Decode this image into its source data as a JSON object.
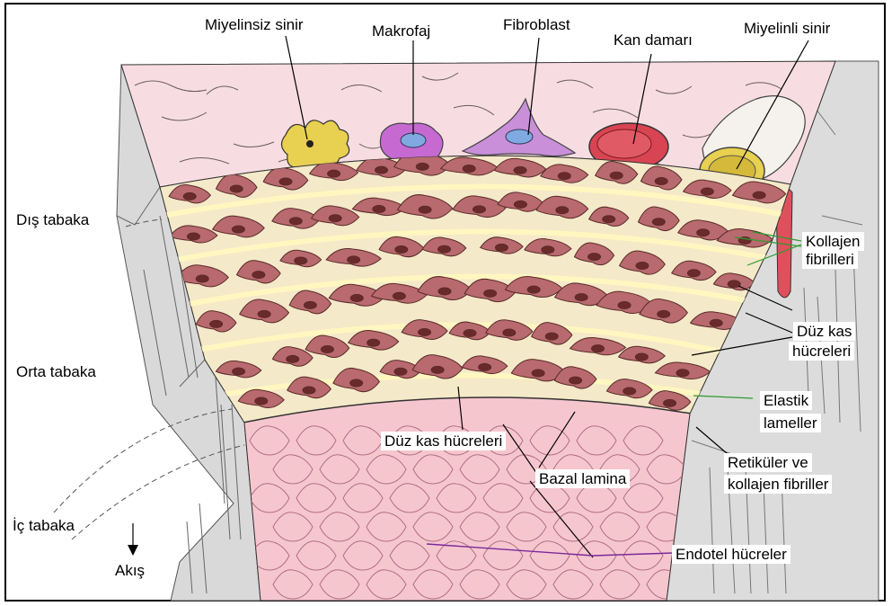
{
  "labels": {
    "unmyelinated_nerve": "Miyelinsiz sinir",
    "macrophage": "Makrofaj",
    "fibroblast": "Fibroblast",
    "blood_vessel": "Kan damarı",
    "myelinated_nerve": "Miyelinli sinir",
    "outer_layer": "Dış tabaka",
    "middle_layer": "Orta tabaka",
    "inner_layer": "İç tabaka",
    "flow": "Akış",
    "collagen_fibrils_1": "Kollajen",
    "collagen_fibrils_2": "fibrilleri",
    "smooth_muscle_right_1": "Düz kas",
    "smooth_muscle_right_2": "hücreleri",
    "elastic_lamellae_1": "Elastik",
    "elastic_lamellae_2": "lameller",
    "reticular_1": "Retiküler ve",
    "reticular_2": "kollajen fibriller",
    "smooth_muscle_center": "Düz kas hücreleri",
    "basal_lamina": "Bazal lamina",
    "endothelial_cells": "Endotel hücreler"
  },
  "colors": {
    "adventitia": "#f7dde2",
    "media_bg": "#f4e9c8",
    "smooth_muscle": "#b86a6e",
    "nucleus": "#6b2a2a",
    "intima": "#f6c6cf",
    "side_wall": "#d9d9d9",
    "green_leader": "#2f9a2f",
    "purple_leader": "#7a2a9a",
    "red_vessel": "#d94452",
    "nerve_yellow": "#e8d050",
    "cell_purple": "#c66ad2",
    "nucleus_blue": "#7fa9e0"
  }
}
